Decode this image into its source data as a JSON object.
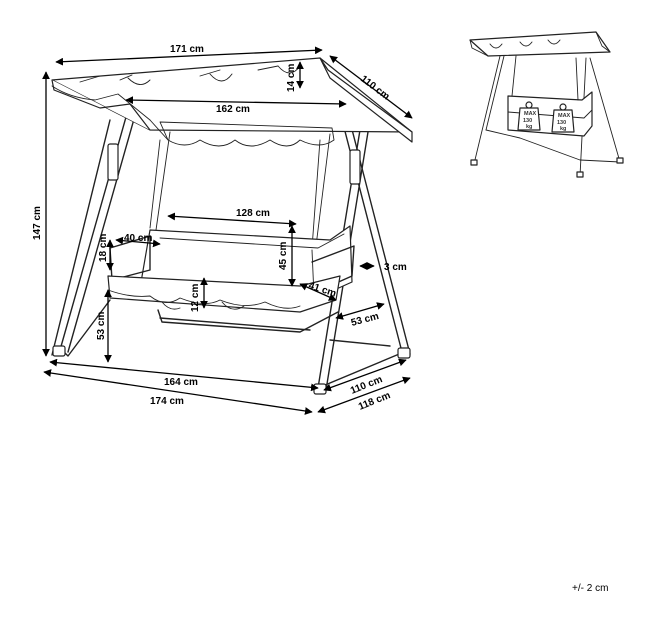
{
  "dimensions": {
    "canopy_width": "171 cm",
    "canopy_depth": "110 cm",
    "canopy_height": "14 cm",
    "inner_width": "162 cm",
    "total_height": "147 cm",
    "backrest_width": "128 cm",
    "armrest_length": "40 cm",
    "armrest_height": "18 cm",
    "backrest_height": "45 cm",
    "frame_gap": "3 cm",
    "seat_thickness": "12 cm",
    "seat_depth": "41 cm",
    "seat_side_depth": "53 cm",
    "seat_height": "53 cm",
    "base_inner_width": "164 cm",
    "base_outer_width": "174 cm",
    "base_inner_depth": "110 cm",
    "base_outer_depth": "118 cm"
  },
  "load": {
    "label_top": "MAX",
    "value": "130",
    "unit": "kg"
  },
  "tolerance": "+/- 2 cm"
}
